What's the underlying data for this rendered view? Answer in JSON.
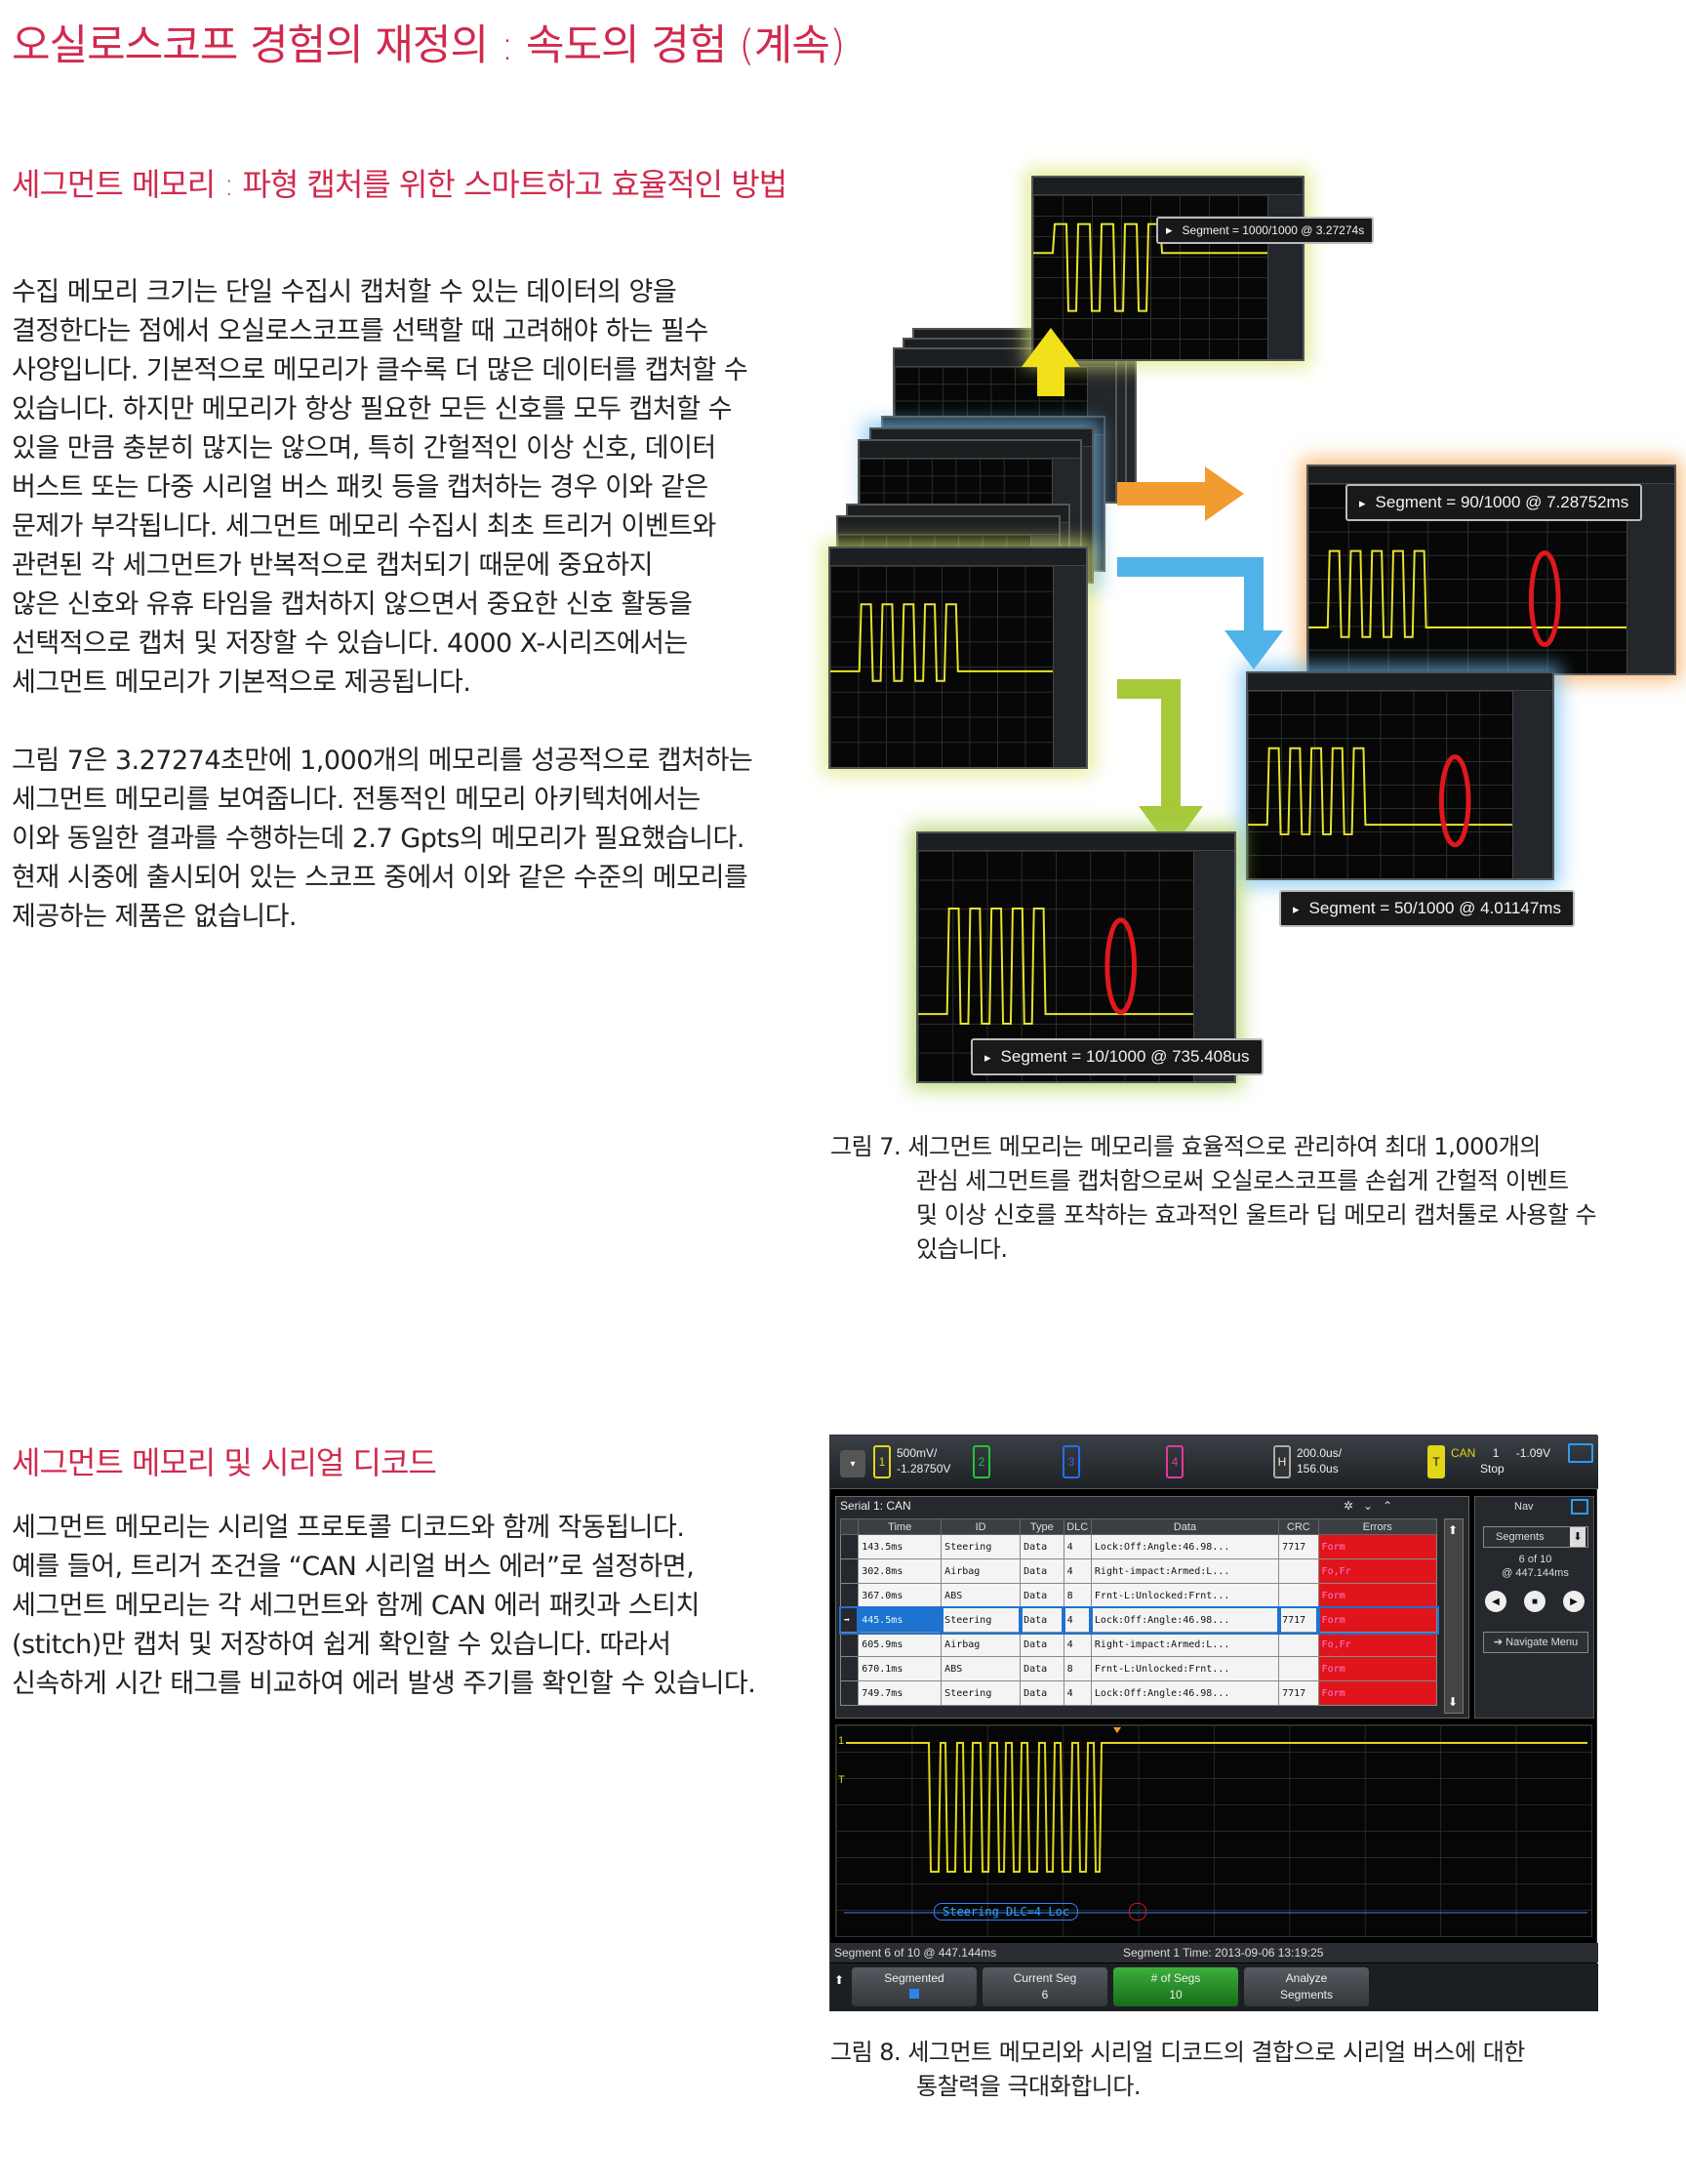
{
  "page": {
    "title": "오실로스코프 경험의 재정의 : 속도의 경험 (계속)"
  },
  "section1": {
    "heading": "세그먼트 메모리 : 파형 캡처를 위한 스마트하고 효율적인 방법",
    "para1": [
      "수집 메모리 크기는 단일 수집시 캡처할 수 있는 데이터의 양을",
      "결정한다는 점에서 오실로스코프를 선택할 때 고려해야 하는 필수",
      "사양입니다. 기본적으로 메모리가 클수록 더 많은 데이터를 캡처할 수",
      "있습니다. 하지만 메모리가 항상 필요한 모든 신호를 모두 캡처할 수",
      "있을 만큼 충분히 많지는 않으며, 특히 간헐적인 이상 신호, 데이터",
      "버스트 또는 다중 시리얼 버스 패킷 등을 캡처하는 경우 이와 같은",
      "문제가 부각됩니다. 세그먼트 메모리 수집시 최초 트리거 이벤트와",
      "관련된 각 세그먼트가 반복적으로 캡처되기 때문에 중요하지",
      "않은 신호와 유휴 타임을 캡처하지 않으면서 중요한 신호 활동을",
      "선택적으로 캡처 및 저장할 수 있습니다. 4000 X-시리즈에서는",
      "세그먼트 메모리가 기본적으로 제공됩니다."
    ],
    "para2": [
      "그림 7은 3.27274초만에 1,000개의 메모리를 성공적으로 캡처하는",
      "세그먼트 메모리를 보여줍니다. 전통적인 메모리 아키텍처에서는",
      "이와 동일한 결과를 수행하는데 2.7 Gpts의 메모리가 필요했습니다.",
      "현재 시중에 출시되어 있는 스코프 중에서 이와 같은 수준의 메모리를",
      "제공하는 제품은 없습니다."
    ]
  },
  "figure7": {
    "labels": [
      "Segment = 1000/1000 @ 3.27274s",
      "Segment =   90/1000 @ 7.28752ms",
      "Segment =   50/1000 @ 4.01147ms",
      "Segment =   10/1000 @ 735.408us"
    ],
    "caption": [
      "그림 7. 세그먼트 메모리는 메모리를 효율적으로 관리하여 최대 1,000개의",
      "관심 세그먼트를 캡처함으로써 오실로스코프를 손쉽게 간헐적 이벤트",
      "및 이상 신호를 포착하는 효과적인 울트라 딥 메모리 캡처툴로 사용할 수",
      "있습니다."
    ],
    "colors": {
      "yellow_glow": "#dce678",
      "blue_arrow": "#4fb3e8",
      "orange_arrow": "#f29b30",
      "green_arrow": "#a6c93a",
      "trace": "#e8e32a",
      "marker": "#e0181c"
    }
  },
  "section2": {
    "heading": "세그먼트 메모리 및 시리얼 디코드",
    "para": [
      "세그먼트 메모리는 시리얼 프로토콜 디코드와 함께 작동됩니다.",
      "예를 들어, 트리거 조건을 “CAN 시리얼 버스 에러”로 설정하면,",
      "세그먼트 메모리는 각 세그먼트와 함께 CAN 에러 패킷과 스티치",
      "(stitch)만 캡처 및 저장하여 쉽게 확인할 수 있습니다. 따라서",
      "신속하게 시간 태그를 비교하여 에러 발생 주기를 확인할 수 있습니다."
    ]
  },
  "figure8": {
    "topbar": {
      "ch1_scale": "500mV/",
      "ch1_offset": "-1.28750V",
      "ch1": "1",
      "ch2": "2",
      "ch3": "3",
      "ch4": "4",
      "h_label": "H",
      "timebase": "200.0us/",
      "delay": "156.0us",
      "t_label": "T",
      "trig_src": "CAN",
      "trig_ch": "1",
      "trig_level": "-1.09V",
      "run_state": "Stop"
    },
    "table": {
      "title": "Serial 1: CAN",
      "headers": [
        "Time",
        "ID",
        "Type",
        "DLC",
        "Data",
        "CRC",
        "Errors"
      ],
      "rows": [
        [
          "143.5ms",
          "Steering",
          "Data",
          "4",
          "Lock:Off:Angle:46.98...",
          "7717",
          "Form"
        ],
        [
          "302.8ms",
          "Airbag",
          "Data",
          "4",
          "Right-impact:Armed:L...",
          "",
          "Fo,Fr"
        ],
        [
          "367.0ms",
          "ABS",
          "Data",
          "8",
          "Frnt-L:Unlocked:Frnt...",
          "",
          "Form"
        ],
        [
          "445.5ms",
          "Steering",
          "Data",
          "4",
          "Lock:Off:Angle:46.98...",
          "7717",
          "Form"
        ],
        [
          "605.9ms",
          "Airbag",
          "Data",
          "4",
          "Right-impact:Armed:L...",
          "",
          "Fo,Fr"
        ],
        [
          "670.1ms",
          "ABS",
          "Data",
          "8",
          "Frnt-L:Unlocked:Frnt...",
          "",
          "Form"
        ],
        [
          "749.7ms",
          "Steering",
          "Data",
          "4",
          "Lock:Off:Angle:46.98...",
          "7717",
          "Form"
        ]
      ],
      "selected_row": 3
    },
    "side": {
      "nav": "Nav",
      "segments_label": "Segments",
      "seg_count": "6 of 10",
      "seg_time": "@ 447.144ms",
      "navigate_menu": "Navigate Menu"
    },
    "decode_label": "Steering  DLC=4 Loc",
    "status": {
      "left": "Segment 6 of 10 @ 447.144ms",
      "right": "Segment 1 Time: 2013-09-06 13:19:25"
    },
    "softkeys": [
      {
        "label": "Segmented",
        "value": ""
      },
      {
        "label": "Current Seg",
        "value": "6"
      },
      {
        "label": "# of Segs",
        "value": "10"
      },
      {
        "label": "Analyze",
        "value": "Segments"
      }
    ],
    "caption": [
      "그림 8. 세그먼트 메모리와 시리얼 디코드의 결합으로 시리얼 버스에 대한",
      "통찰력을 극대화합니다."
    ],
    "colors": {
      "ch1": "#e3d51a",
      "ch2": "#22c33a",
      "ch3": "#2a6df0",
      "ch4": "#e03aa0",
      "error": "#e0151c",
      "select": "#1e72d0"
    }
  }
}
